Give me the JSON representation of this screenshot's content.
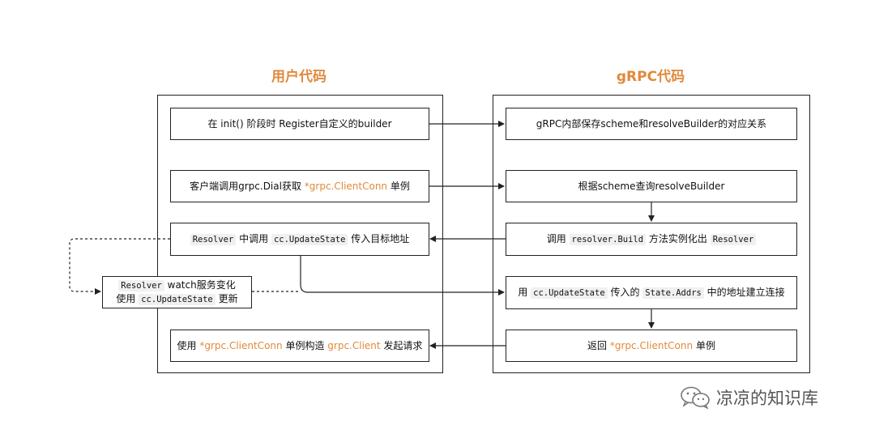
{
  "columns": {
    "user_title": "用户代码",
    "grpc_title": "gRPC代码"
  },
  "user_nodes": {
    "register": {
      "text": "在 init() 阶段时 Register自定义的builder"
    },
    "dial": {
      "pre": "客户端调用grpc.Dial获取 ",
      "hl": "*grpc.ClientConn",
      "post": " 单例"
    },
    "resolver_update": {
      "code1": "Resolver",
      "mid": " 中调用 ",
      "code2": "cc.UpdateState",
      "post": " 传入目标地址"
    },
    "use_client": {
      "pre": "使用 ",
      "hl1": "*grpc.ClientConn",
      "mid": " 单例构造 ",
      "hl2": "grpc.Client",
      "post": " 发起请求"
    }
  },
  "side_node": {
    "line1_code": "Resolver",
    "line1_text": " watch服务变化",
    "line2_pre": "使用 ",
    "line2_code": "cc.UpdateState",
    "line2_post": " 更新"
  },
  "grpc_nodes": {
    "save": {
      "text": "gRPC内部保存scheme和resolveBuilder的对应关系"
    },
    "lookup": {
      "text": "根据scheme查询resolveBuilder"
    },
    "build": {
      "pre": "调用 ",
      "code1": "resolver.Build",
      "mid": " 方法实例化出 ",
      "code2": "Resolver"
    },
    "connect": {
      "pre": "用 ",
      "code1": "cc.UpdateState",
      "mid": " 传入的 ",
      "code2": "State.Addrs",
      "post": " 中的地址建立连接"
    },
    "return": {
      "pre": "返回 ",
      "hl": "*grpc.ClientConn",
      "post": " 单例"
    }
  },
  "watermark": {
    "text": "凉凉的知识库",
    "icon": "wechat-icon"
  },
  "colors": {
    "accent": "#e08a3c",
    "border": "#222222"
  }
}
